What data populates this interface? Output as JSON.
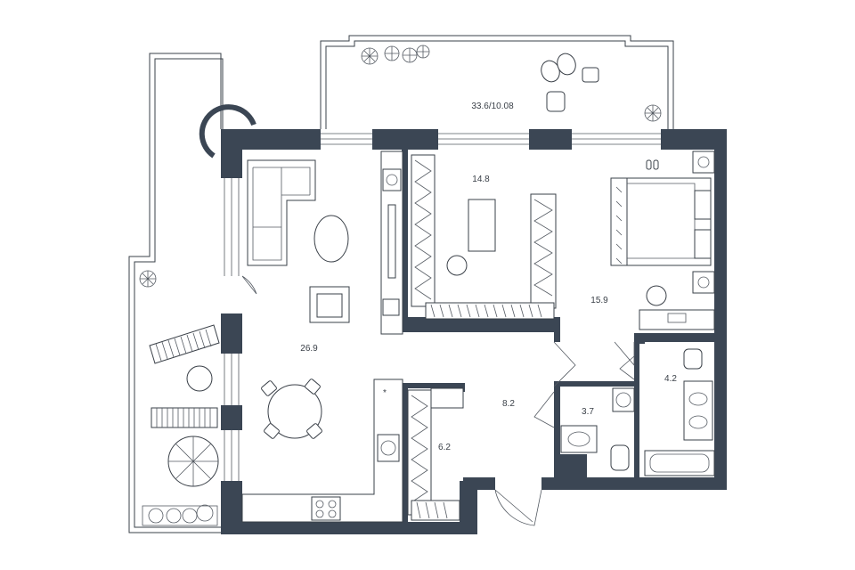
{
  "plan": {
    "terrace_area": "33.6/10.08",
    "rooms": [
      {
        "id": "living",
        "area": "26.9"
      },
      {
        "id": "bedroom-1",
        "area": "14.8"
      },
      {
        "id": "bedroom-2",
        "area": "15.9"
      },
      {
        "id": "hall",
        "area": "8.2"
      },
      {
        "id": "wardrobe",
        "area": "6.2"
      },
      {
        "id": "wc",
        "area": "3.7"
      },
      {
        "id": "bathroom",
        "area": "4.2"
      }
    ]
  },
  "colors": {
    "wall": "#3b4654",
    "line": "#3a4048",
    "background": "#ffffff"
  }
}
